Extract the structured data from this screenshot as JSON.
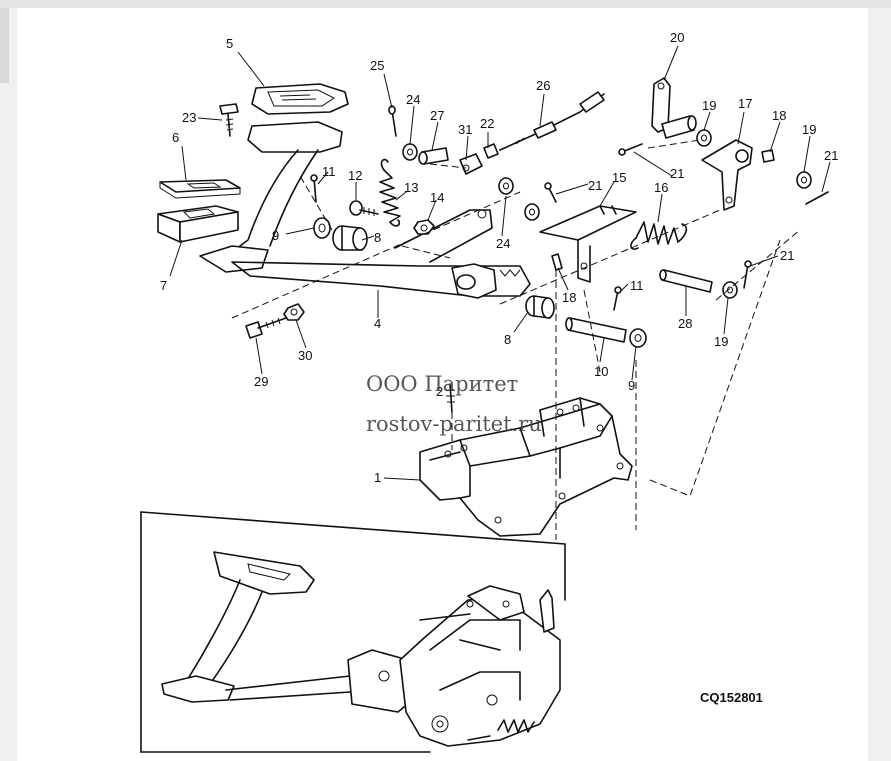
{
  "watermark": {
    "line1": "ООО Паритет",
    "line2": "rostov-paritet.ru"
  },
  "figure_code": "CQ152801",
  "callouts": {
    "c1": "1",
    "c4": "4",
    "c5": "5",
    "c6": "6",
    "c7": "7",
    "c8a": "8",
    "c8b": "8",
    "c9a": "9",
    "c9b": "9",
    "c10": "10",
    "c11a": "11",
    "c11b": "11",
    "c12": "12",
    "c13": "13",
    "c14": "14",
    "c15": "15",
    "c16": "16",
    "c17": "17",
    "c18a": "18",
    "c18b": "18",
    "c19a": "19",
    "c19b": "19",
    "c19c": "19",
    "c20": "20",
    "c21a": "21",
    "c21b": "21",
    "c21c": "21",
    "c21d": "21",
    "c22": "22",
    "c23": "23",
    "c24a": "24",
    "c24b": "24",
    "c25": "25",
    "c26": "26",
    "c27": "27",
    "c28": "28",
    "c29": "29",
    "c30": "30",
    "c31": "31",
    "c2": "2"
  }
}
